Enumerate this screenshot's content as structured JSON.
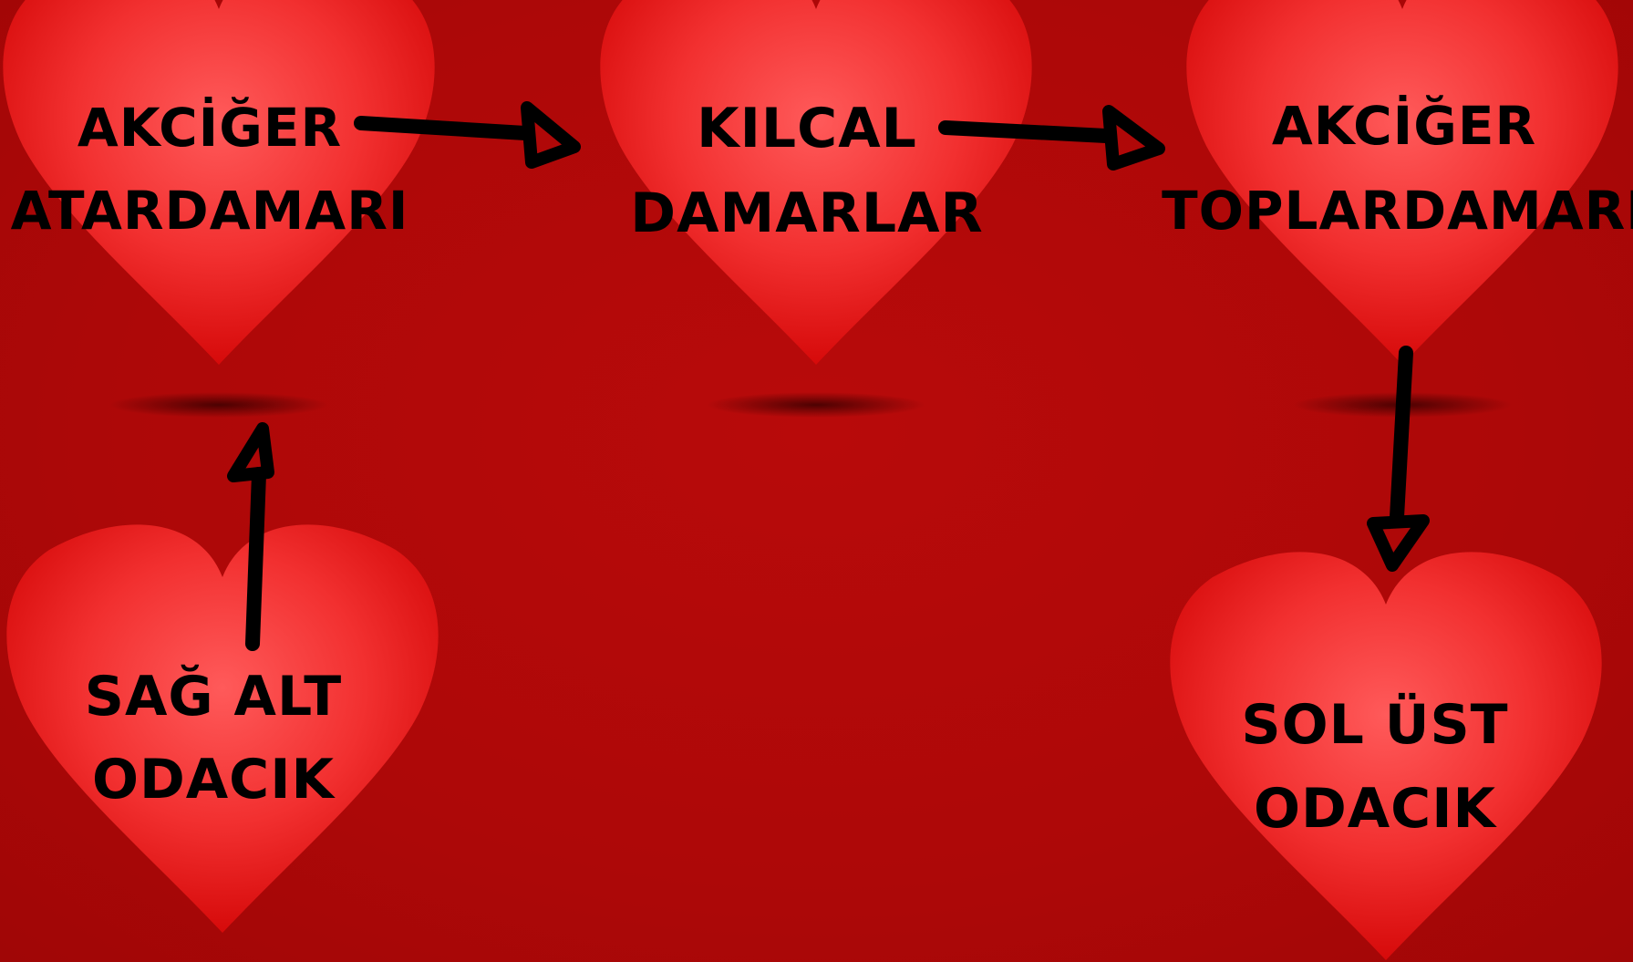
{
  "colors": {
    "background": "#ad0808",
    "heart_light": "#ff5a5a",
    "heart_mid": "#f23030",
    "heart_dark": "#d60a0a",
    "text": "#000000",
    "arrow": "#000000"
  },
  "nodes": [
    {
      "id": "akciger-atardamari",
      "lines": [
        "AKCİĞER",
        "ATARDAMARI"
      ]
    },
    {
      "id": "kilcal-damarlar",
      "lines": [
        "KILCAL",
        "DAMARLAR"
      ]
    },
    {
      "id": "akciger-toplardamari",
      "lines": [
        "AKCİĞER",
        "TOPLARDAMARI"
      ]
    },
    {
      "id": "sag-alt-odacik",
      "lines": [
        "SAĞ ALT",
        "ODACIK"
      ]
    },
    {
      "id": "sol-ust-odacik",
      "lines": [
        "SOL ÜST",
        "ODACIK"
      ]
    }
  ],
  "edges": [
    {
      "from": "sag-alt-odacik",
      "to": "akciger-atardamari"
    },
    {
      "from": "akciger-atardamari",
      "to": "kilcal-damarlar"
    },
    {
      "from": "kilcal-damarlar",
      "to": "akciger-toplardamari"
    },
    {
      "from": "akciger-toplardamari",
      "to": "sol-ust-odacik"
    }
  ]
}
